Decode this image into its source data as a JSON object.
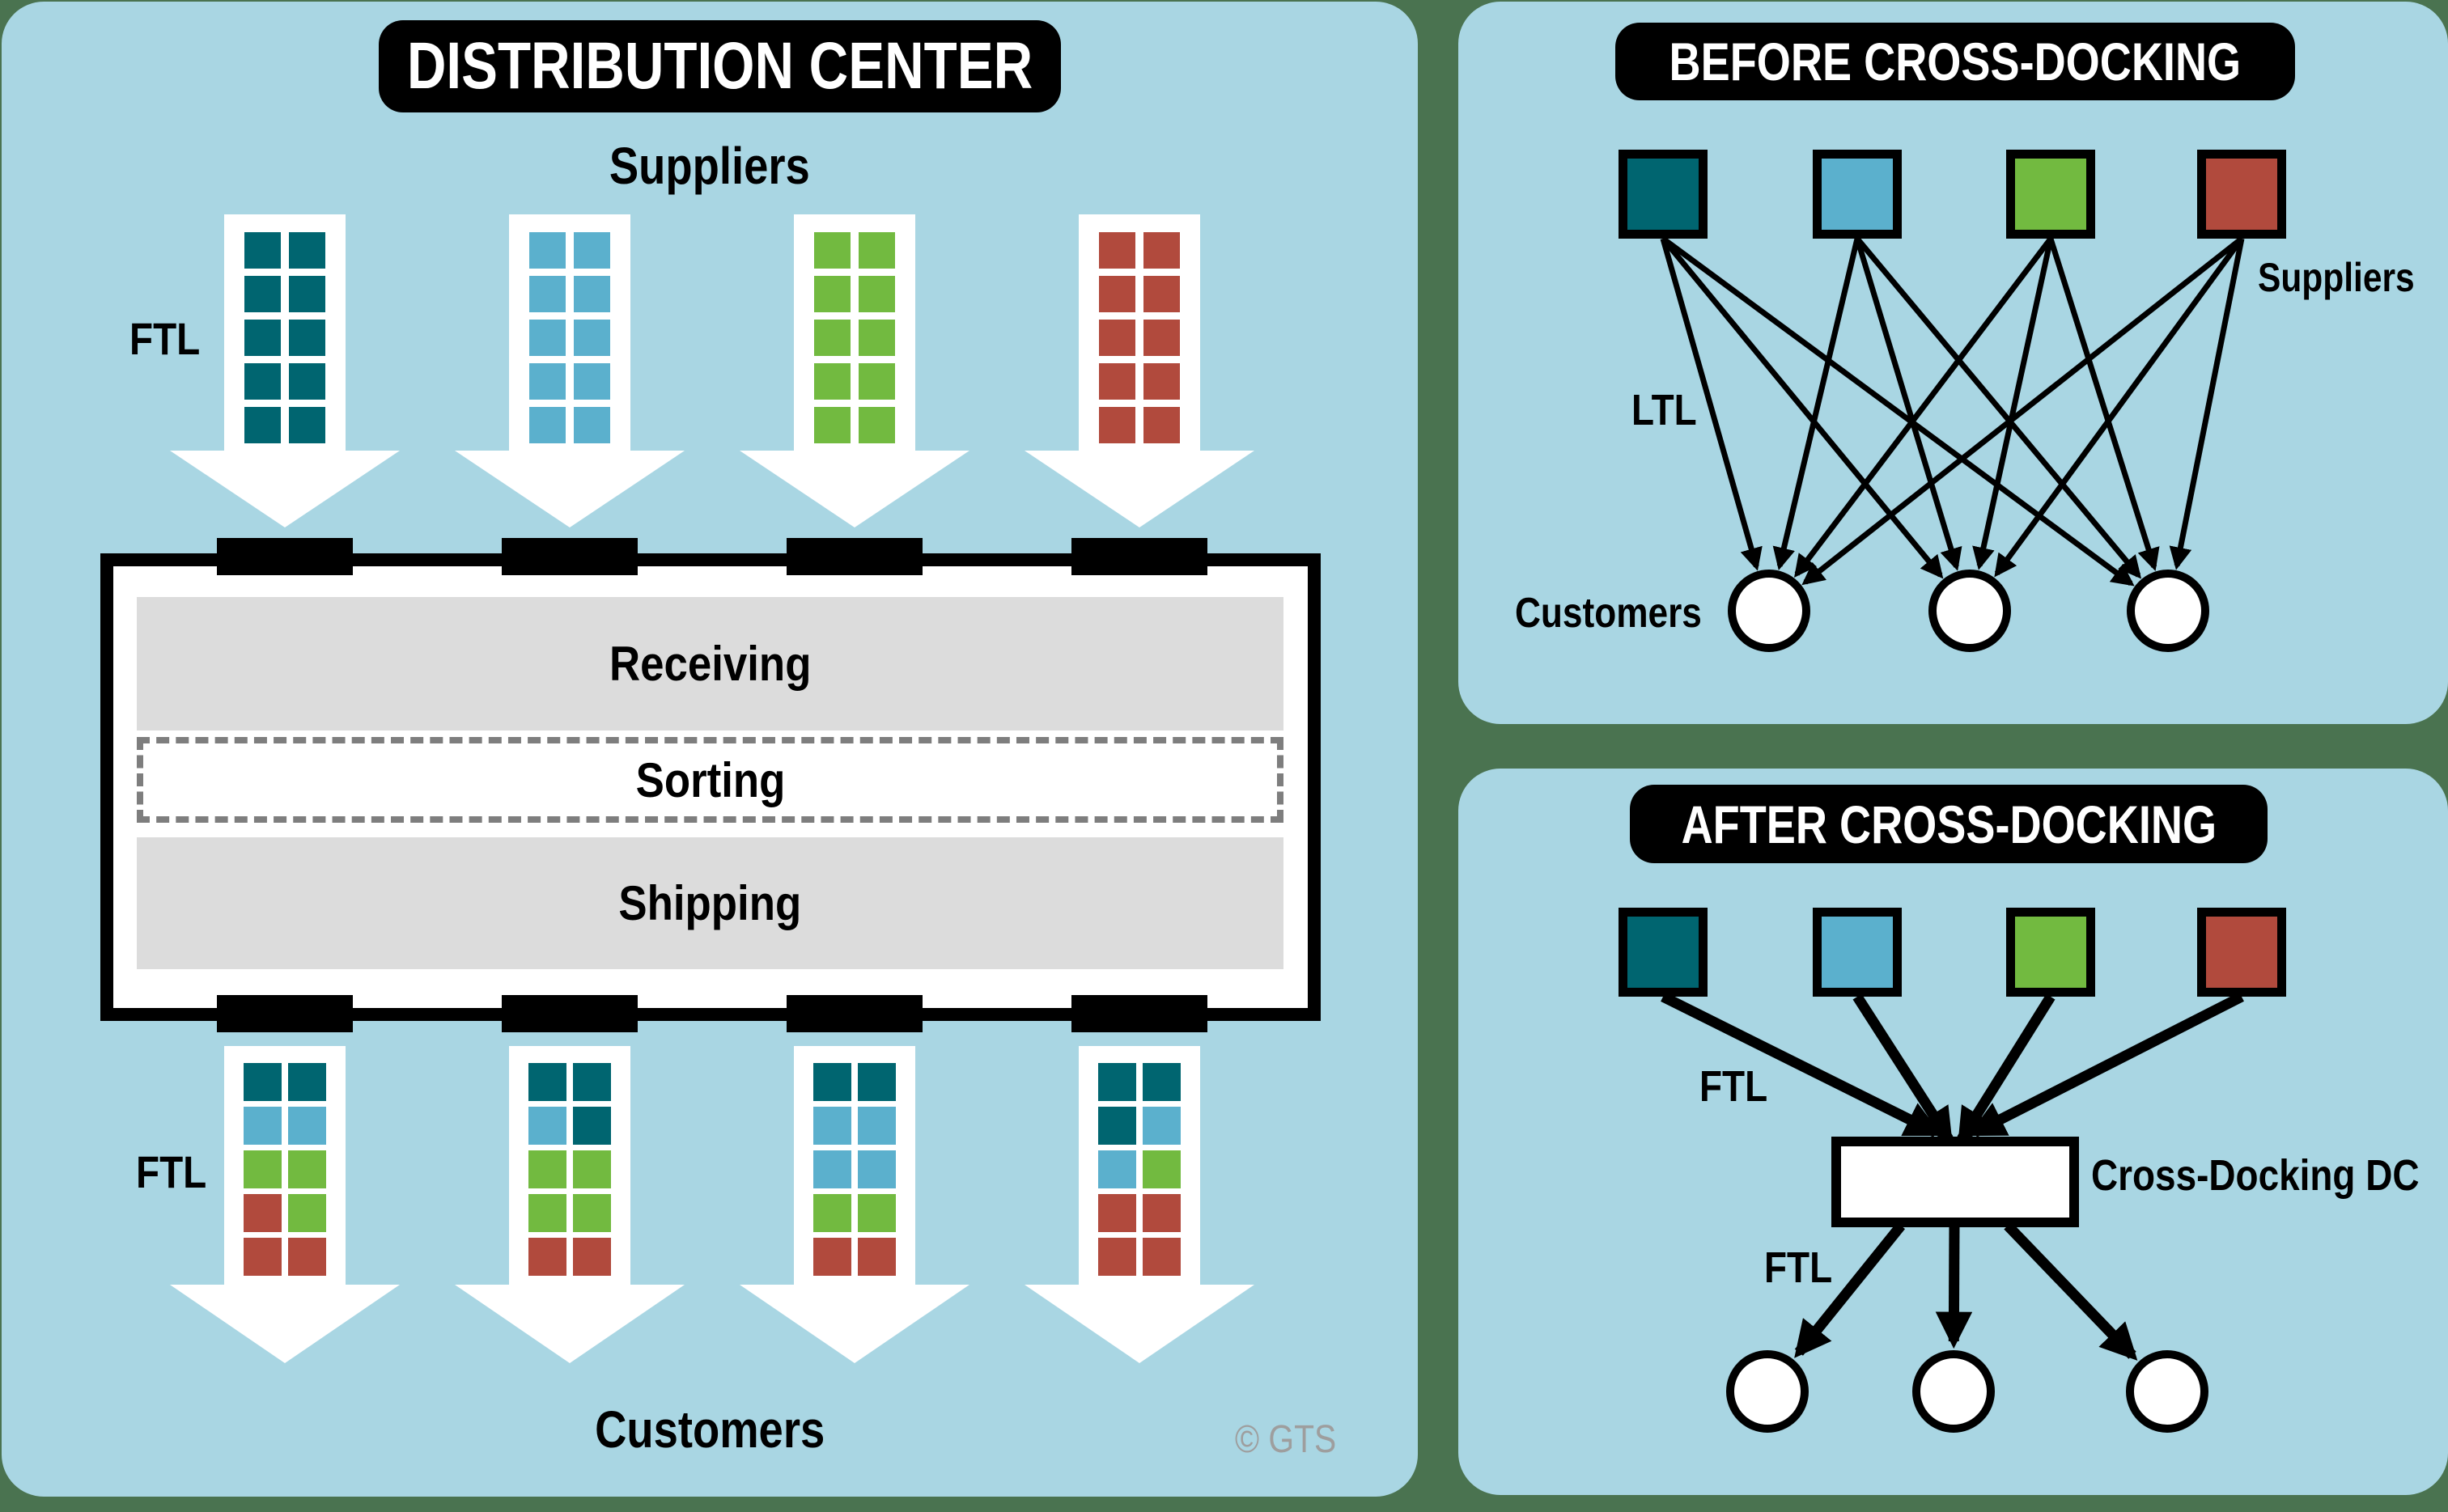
{
  "colors": {
    "outer_bg": "#4a7350",
    "panel_bg": "#a9d6e3",
    "teal": "#006570",
    "blue": "#5bb0cd",
    "green": "#72ba40",
    "red": "#b14a3d",
    "zone_gray": "#dcdcdc",
    "dash_gray": "#7e7e7e",
    "watermark_gray": "#9e9e9e"
  },
  "left_panel": {
    "title": "DISTRIBUTION CENTER",
    "suppliers_label": "Suppliers",
    "ftl_top_label": "FTL",
    "ftl_bottom_label": "FTL",
    "customers_label": "Customers",
    "watermark": "© GTS",
    "zones": [
      {
        "label": "Receiving"
      },
      {
        "label": "Sorting"
      },
      {
        "label": "Shipping"
      }
    ],
    "top_pallets": [
      {
        "color": "teal"
      },
      {
        "color": "blue"
      },
      {
        "color": "green"
      },
      {
        "color": "red"
      }
    ],
    "bottom_pallets": [
      {
        "grid": [
          [
            "teal",
            "teal"
          ],
          [
            "blue",
            "blue"
          ],
          [
            "green",
            "green"
          ],
          [
            "red",
            "green"
          ],
          [
            "red",
            "red"
          ]
        ]
      },
      {
        "grid": [
          [
            "teal",
            "teal"
          ],
          [
            "blue",
            "teal"
          ],
          [
            "green",
            "green"
          ],
          [
            "green",
            "green"
          ],
          [
            "red",
            "red"
          ]
        ]
      },
      {
        "grid": [
          [
            "teal",
            "teal"
          ],
          [
            "blue",
            "blue"
          ],
          [
            "blue",
            "blue"
          ],
          [
            "green",
            "green"
          ],
          [
            "red",
            "red"
          ]
        ]
      },
      {
        "grid": [
          [
            "teal",
            "teal"
          ],
          [
            "teal",
            "blue"
          ],
          [
            "blue",
            "green"
          ],
          [
            "red",
            "red"
          ],
          [
            "red",
            "red"
          ]
        ]
      }
    ]
  },
  "before_panel": {
    "title": "BEFORE CROSS-DOCKING",
    "suppliers_label": "Suppliers",
    "ltl_label": "LTL",
    "customers_label": "Customers",
    "suppliers": [
      "teal",
      "blue",
      "green",
      "red"
    ],
    "customer_count": 3
  },
  "after_panel": {
    "title": "AFTER CROSS-DOCKING",
    "ftl_top_label": "FTL",
    "ftl_bottom_label": "FTL",
    "dc_label": "Cross-Docking DC",
    "suppliers": [
      "teal",
      "blue",
      "green",
      "red"
    ],
    "customer_count": 3
  }
}
